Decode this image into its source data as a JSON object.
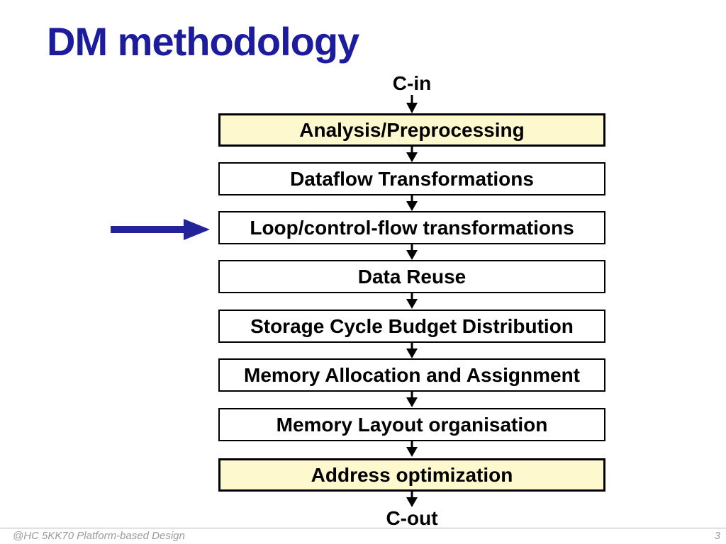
{
  "slide": {
    "title": "DM methodology",
    "footer": {
      "course_label": "@HC 5KK70 Platform-based Design",
      "page_number": "3"
    },
    "colors": {
      "title_blue": "#1c1c9c",
      "pointer_arrow_blue": "#22229a",
      "highlight_box_yellow": "#fdf8ce",
      "box_border_black": "#000000",
      "footer_gray": "#9b9b9b"
    }
  },
  "flow": {
    "input_label": "C-in",
    "output_label": "C-out",
    "steps": [
      {
        "label": "Analysis/Preprocessing",
        "highlight": true
      },
      {
        "label": "Dataflow Transformations",
        "highlight": false
      },
      {
        "label": "Loop/control-flow transformations",
        "highlight": false,
        "pointed_at": true
      },
      {
        "label": "Data Reuse",
        "highlight": false
      },
      {
        "label": "Storage Cycle Budget Distribution",
        "highlight": false
      },
      {
        "label": "Memory Allocation and Assignment",
        "highlight": false
      },
      {
        "label": "Memory Layout organisation",
        "highlight": false
      },
      {
        "label": "Address optimization",
        "highlight": true
      }
    ]
  }
}
